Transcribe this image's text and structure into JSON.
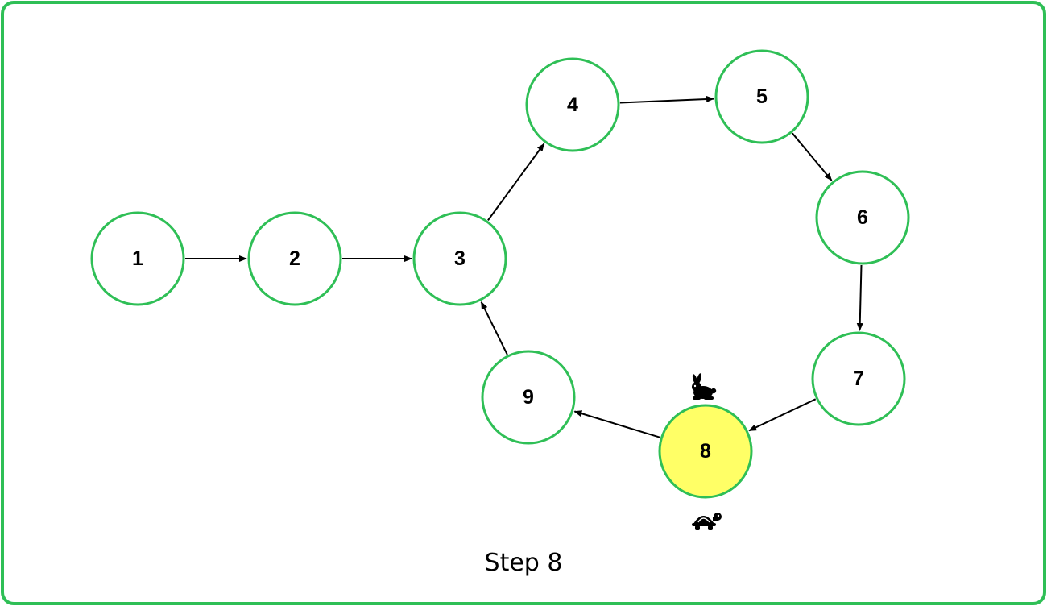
{
  "diagram": {
    "caption": "Step 8",
    "colors": {
      "border": "#2fbf56",
      "node_stroke": "#2fbf56",
      "node_fill": "#ffffff",
      "highlight_fill": "#ffff66",
      "edge": "#000000"
    },
    "nodes": [
      {
        "id": "1",
        "label": "1",
        "highlighted": false
      },
      {
        "id": "2",
        "label": "2",
        "highlighted": false
      },
      {
        "id": "3",
        "label": "3",
        "highlighted": false
      },
      {
        "id": "4",
        "label": "4",
        "highlighted": false
      },
      {
        "id": "5",
        "label": "5",
        "highlighted": false
      },
      {
        "id": "6",
        "label": "6",
        "highlighted": false
      },
      {
        "id": "7",
        "label": "7",
        "highlighted": false
      },
      {
        "id": "8",
        "label": "8",
        "highlighted": true
      },
      {
        "id": "9",
        "label": "9",
        "highlighted": false
      }
    ],
    "edges": [
      {
        "from": "1",
        "to": "2"
      },
      {
        "from": "2",
        "to": "3"
      },
      {
        "from": "3",
        "to": "4"
      },
      {
        "from": "4",
        "to": "5"
      },
      {
        "from": "5",
        "to": "6"
      },
      {
        "from": "6",
        "to": "7"
      },
      {
        "from": "7",
        "to": "8"
      },
      {
        "from": "8",
        "to": "9"
      },
      {
        "from": "9",
        "to": "3"
      }
    ],
    "markers": [
      {
        "icon": "rabbit-icon",
        "meaning": "fast pointer",
        "node": "8"
      },
      {
        "icon": "turtle-icon",
        "meaning": "slow pointer",
        "node": "8"
      }
    ]
  }
}
